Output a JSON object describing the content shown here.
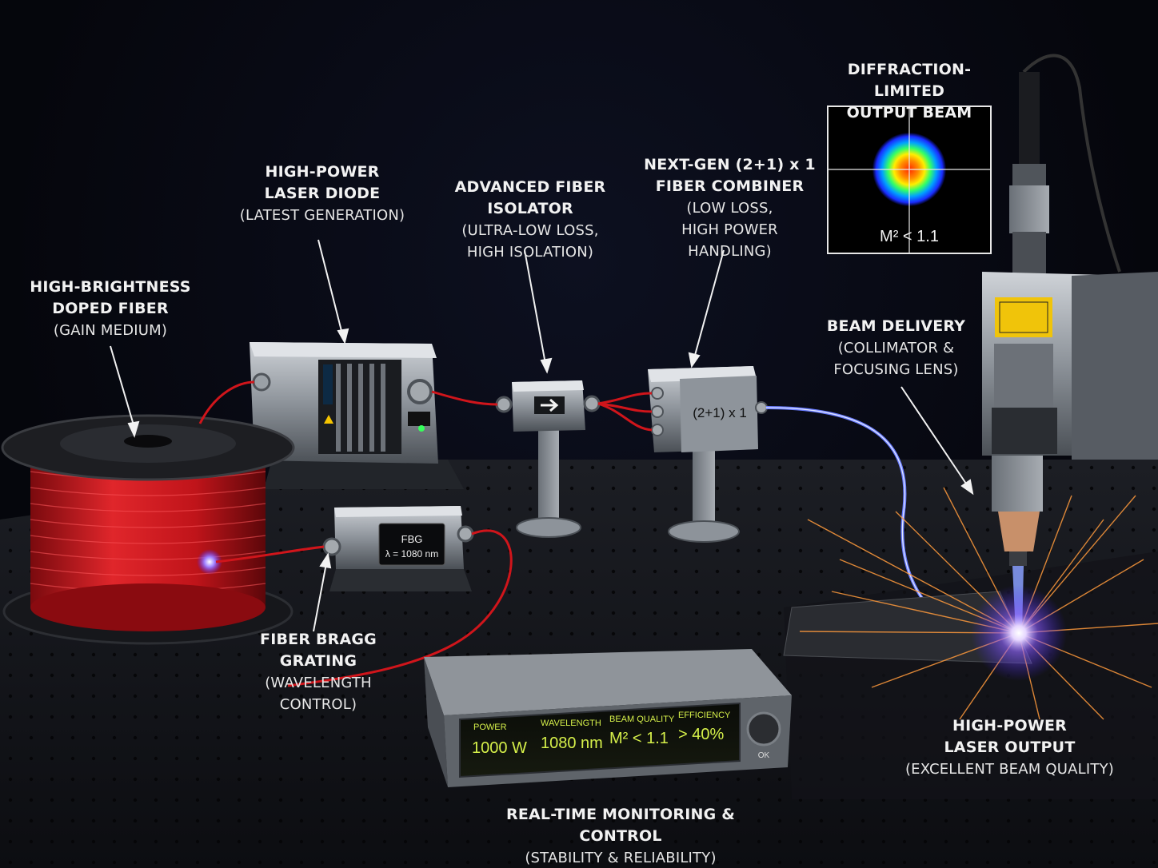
{
  "labels": {
    "doped_fiber": {
      "title1": "HIGH-BRIGHTNESS",
      "title2": "DOPED FIBER",
      "sub1": "(GAIN MEDIUM)"
    },
    "laser_diode": {
      "title1": "HIGH-POWER",
      "title2": "LASER DIODE",
      "sub1": "(LATEST GENERATION)"
    },
    "isolator": {
      "title1": "ADVANCED FIBER ISOLATOR",
      "sub1": "(ULTRA-LOW LOSS,",
      "sub2": "HIGH ISOLATION)"
    },
    "combiner": {
      "title1": "NEXT-GEN (2+1) x 1",
      "title2": "FIBER COMBINER",
      "sub1": "(LOW LOSS,",
      "sub2": "HIGH POWER HANDLING)"
    },
    "output_beam": {
      "title1": "DIFFRACTION-LIMITED",
      "title2": "OUTPUT BEAM"
    },
    "beam_delivery": {
      "title1": "BEAM DELIVERY",
      "sub1": "(COLLIMATOR &",
      "sub2": "FOCUSING LENS)"
    },
    "fbg": {
      "title1": "FIBER BRAGG",
      "title2": "GRATING",
      "sub1": "(WAVELENGTH",
      "sub2": "CONTROL)"
    },
    "laser_output": {
      "title1": "HIGH-POWER",
      "title2": "LASER OUTPUT",
      "sub1": "(EXCELLENT BEAM QUALITY)"
    },
    "monitoring": {
      "title1": "REAL-TIME MONITORING & CONTROL",
      "sub1": "(STABILITY & RELIABILITY)"
    }
  },
  "beam_profile": {
    "m2_label": "M² < 1.1"
  },
  "devices": {
    "fbg_label": "FBG",
    "fbg_wavelength": "λ = 1080 nm",
    "combiner_face": "(2+1) x 1"
  },
  "monitor": {
    "readouts": [
      {
        "label": "POWER",
        "value": "1000 W"
      },
      {
        "label": "WAVELENGTH",
        "value": "1080 nm"
      },
      {
        "label": "BEAM QUALITY",
        "value": "M² < 1.1"
      },
      {
        "label": "EFFICIENCY",
        "value": "> 40%"
      }
    ],
    "knob_label": "OK"
  },
  "colors": {
    "fiber_red": "#d0151b",
    "beam_blue": "#6a7dff",
    "display_green": "#d6f04a",
    "spark_orange": "#ff9a3c",
    "label_white": "#f2f2f2"
  }
}
